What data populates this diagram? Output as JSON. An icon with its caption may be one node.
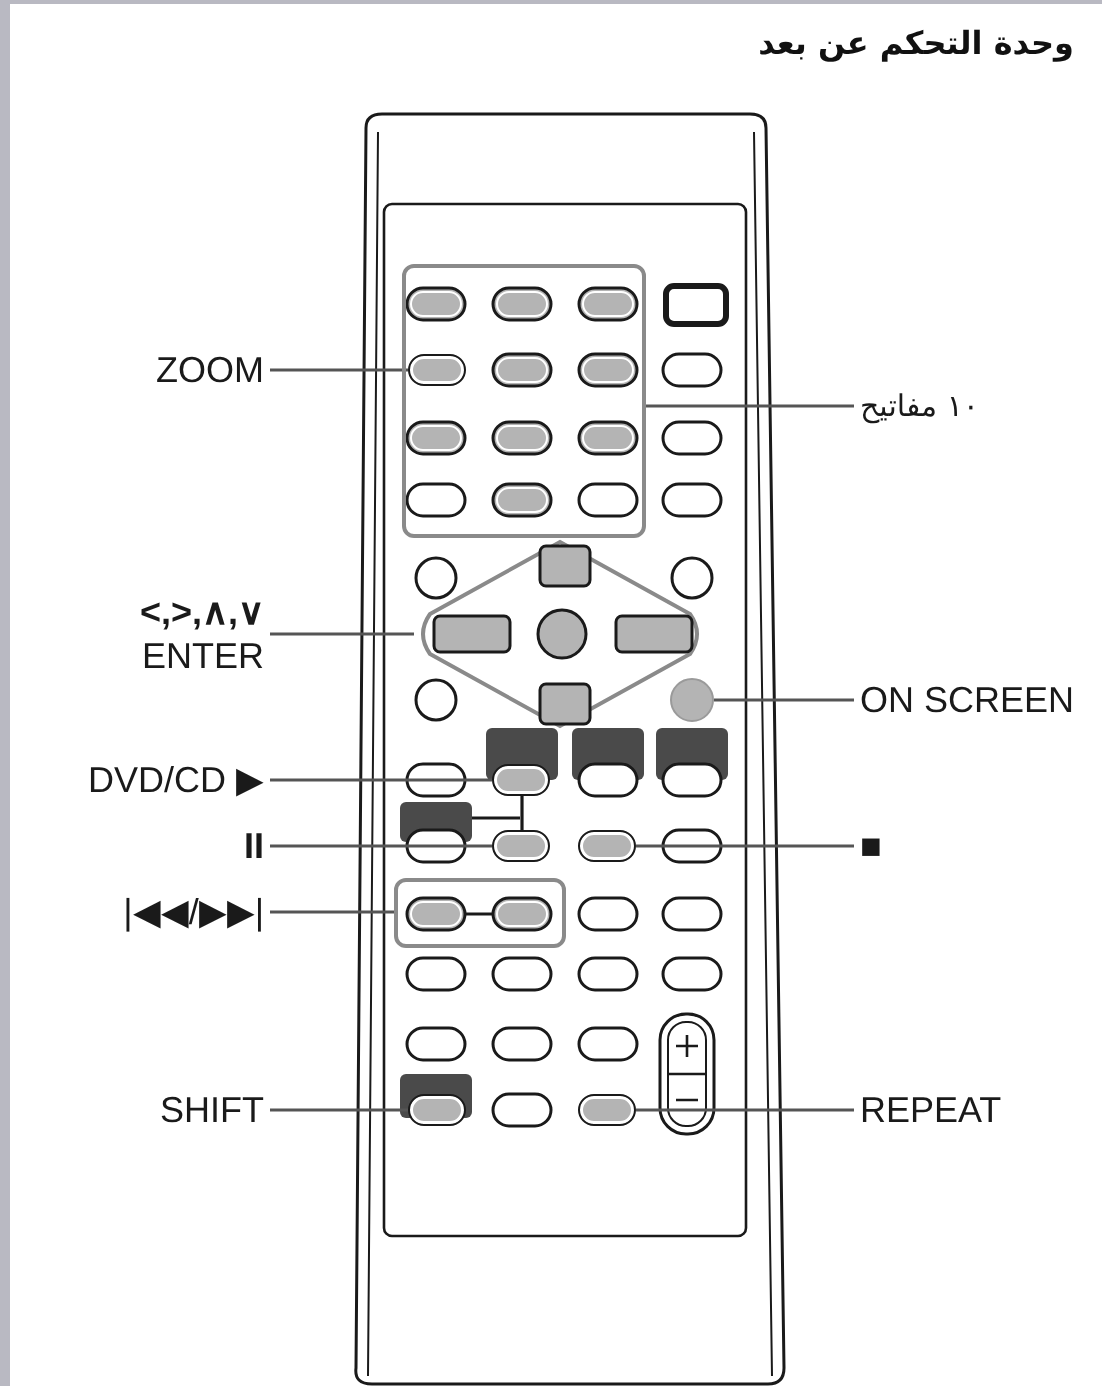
{
  "diagram": {
    "title": "وحدة التحكم عن بعد",
    "nodes": [
      {
        "text": [
          "ZOOM"
        ]
      },
      {
        "text": [
          "١٠ مفاتيح"
        ]
      },
      {
        "text": [
          "<,>,∧,∨",
          "ENTER"
        ]
      },
      {
        "text": [
          "ON SCREEN"
        ]
      },
      {
        "text": [
          "DVD/CD ▶"
        ]
      },
      {
        "text": [
          "II"
        ]
      },
      {
        "text": [
          "■"
        ]
      },
      {
        "text": [
          "|◀◀/▶▶|"
        ]
      },
      {
        "text": [
          "SHIFT"
        ]
      },
      {
        "text": [
          "REPEAT"
        ]
      },
      {
        "text": [],
        "shape": "box"
      },
      {
        "text": [],
        "shape": "oval",
        "in": 10
      },
      {
        "text": [],
        "shape": "diamond"
      },
      {
        "text": [],
        "shape": "circle"
      },
      {
        "text": [],
        "shape": "oval"
      },
      {
        "text": [],
        "shape": "oval"
      },
      {
        "text": [],
        "shape": "oval"
      },
      {
        "text": [],
        "shape": "box"
      },
      {
        "text": [],
        "shape": "oval"
      },
      {
        "text": [],
        "shape": "oval"
      }
    ],
    "edges": [
      {
        "from": 0,
        "to": 11,
        "arrow": "none"
      },
      {
        "from": 1,
        "to": 10,
        "arrow": "none"
      },
      {
        "from": 2,
        "to": 12,
        "arrow": "none"
      },
      {
        "from": 3,
        "to": 13,
        "arrow": "none"
      },
      {
        "from": 4,
        "to": 14,
        "arrow": "none"
      },
      {
        "from": 5,
        "to": 15,
        "arrow": "none"
      },
      {
        "from": 6,
        "to": 16,
        "arrow": "none"
      },
      {
        "from": 7,
        "to": 17,
        "arrow": "none"
      },
      {
        "from": 8,
        "to": 18,
        "arrow": "none"
      },
      {
        "from": 9,
        "to": 19,
        "arrow": "none"
      },
      {
        "from": 14,
        "to": 15,
        "arrow": "none"
      }
    ]
  }
}
